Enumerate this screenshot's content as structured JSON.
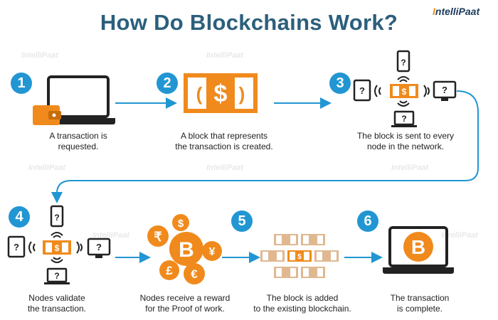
{
  "title": "How Do Blockchains Work?",
  "logo": {
    "prefix": "I",
    "rest": "ntelliPaat"
  },
  "watermark": "IntelliPaat",
  "colors": {
    "accent_blue": "#2196d3",
    "title": "#2b5f7c",
    "orange": "#f08a1c",
    "tan": "#e0b890"
  },
  "steps": [
    {
      "number": "1",
      "line1": "A transaction is",
      "line2": "requested."
    },
    {
      "number": "2",
      "line1": "A block that represents",
      "line2": "the transaction is created."
    },
    {
      "number": "3",
      "line1": "The block is sent to every",
      "line2": "node in the network."
    },
    {
      "number": "4",
      "line1": "Nodes validate",
      "line2": "the transaction."
    },
    {
      "number": "",
      "line1": "Nodes receive a reward",
      "line2": "for the Proof of work."
    },
    {
      "number": "5",
      "line1": "The block is added",
      "line2": "to the existing blockchain."
    },
    {
      "number": "6",
      "line1": "The transaction",
      "line2": "is complete."
    }
  ],
  "symbols": {
    "dollar": "$",
    "question": "?",
    "rupee": "₹",
    "bitcoin": "B",
    "yen": "¥",
    "pound": "£",
    "euro": "€"
  }
}
